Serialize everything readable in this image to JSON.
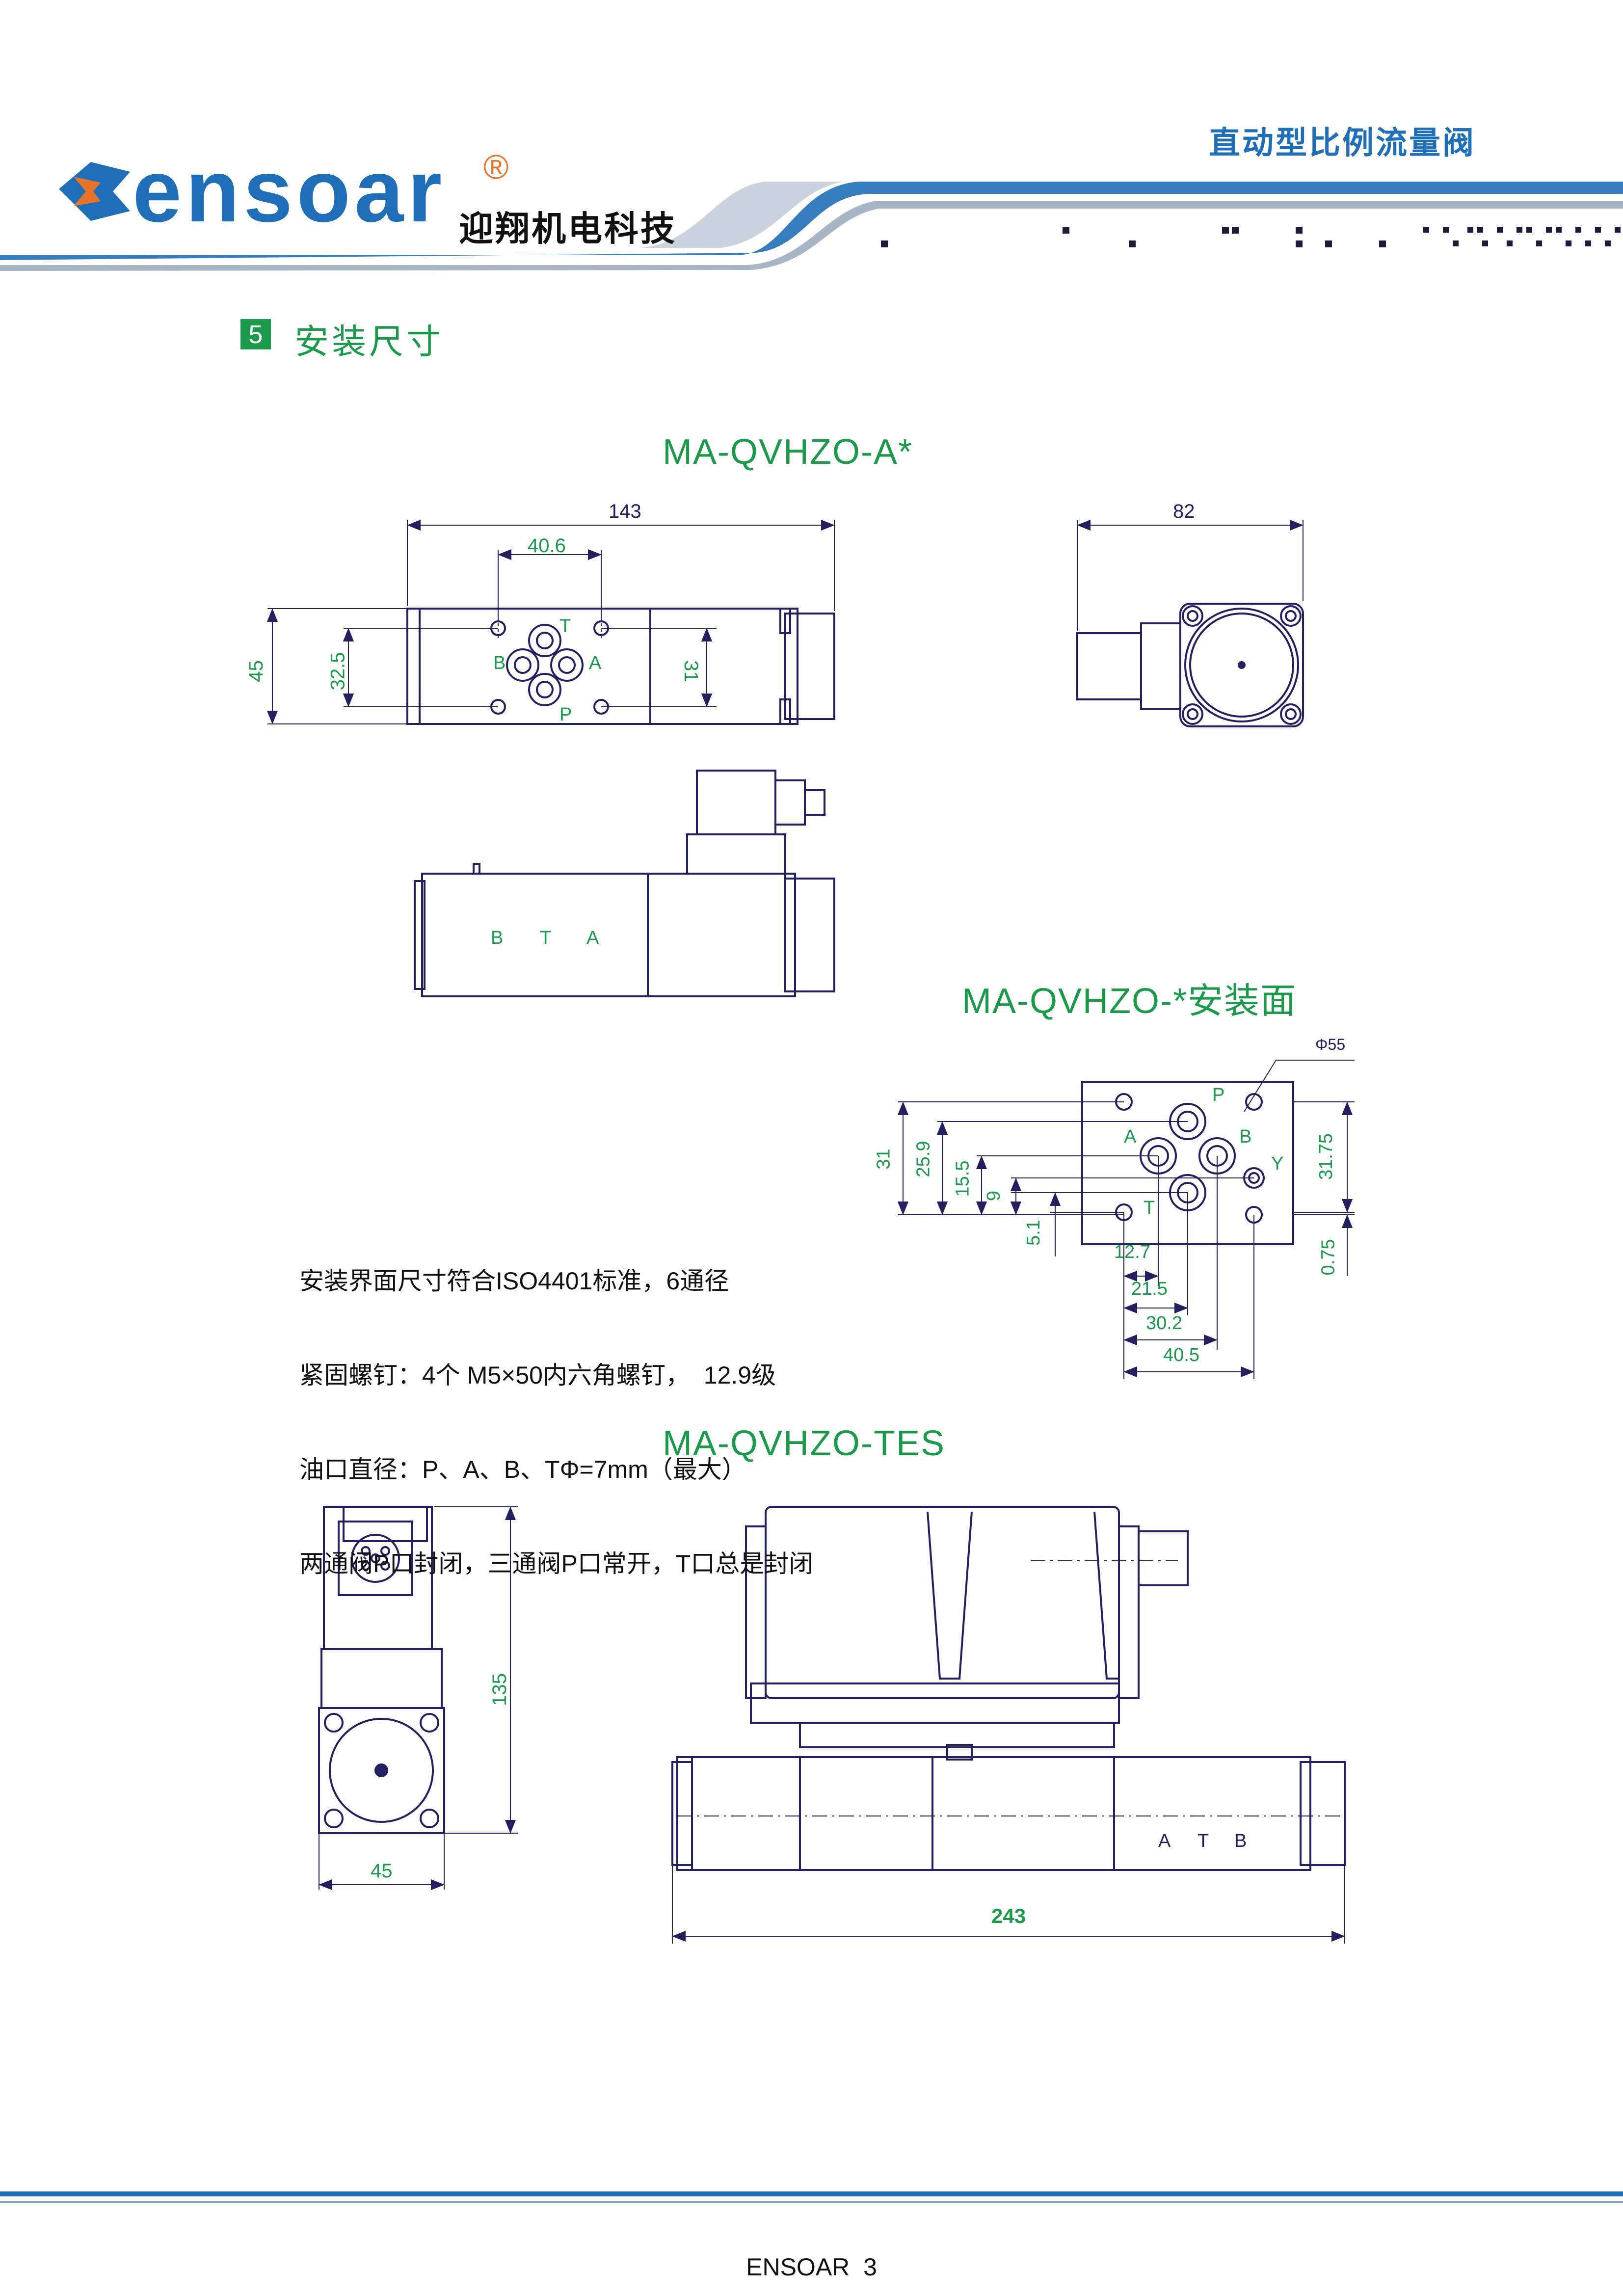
{
  "header": {
    "brand": "ensoar",
    "registered_mark": "®",
    "company_cn": "迎翔机电科技",
    "product_title": "直动型比例流量阀"
  },
  "section": {
    "number": "5",
    "title": "安装尺寸"
  },
  "drawings": {
    "model_a": "MA-QVHZO-A*",
    "model_face": "MA-QVHZO-*安装面",
    "model_tes": "MA-QVHZO-TES",
    "dims_a": {
      "d143": "143",
      "d40_6": "40.6",
      "d45": "45",
      "d32_5": "32.5",
      "d31": "31",
      "d82": "82",
      "port_t": "T",
      "port_b": "B",
      "port_a": "A",
      "port_p": "P",
      "side_b": "B",
      "side_t": "T",
      "side_a": "A"
    },
    "dims_face": {
      "phi55": "Φ55",
      "port_p": "P",
      "port_a": "A",
      "port_b": "B",
      "port_y": "Y",
      "port_t": "T",
      "d31": "31",
      "d25_9": "25.9",
      "d15_5": "15.5",
      "d9": "9",
      "d5_1": "5.1",
      "d31_75": "31.75",
      "d0_75": "0.75",
      "d12_7": "12.7",
      "d21_5": "21.5",
      "d30_2": "30.2",
      "d40_5": "40.5"
    },
    "dims_tes": {
      "d135": "135",
      "d45": "45",
      "d243": "243",
      "port_a": "A",
      "port_t": "T",
      "port_b": "B"
    }
  },
  "notes": [
    "安装界面尺寸符合ISO4401标准，6通径",
    "紧固螺钉：4个 M5×50内六角螺钉，  12.9级",
    "油口直径：P、A、B、TΦ=7mm（最大）",
    "两通阀P口封闭，三通阀P口常开，T口总是封闭"
  ],
  "footer": {
    "text": "ENSOAR  3"
  },
  "colors": {
    "accent_green": "#1a9a4a",
    "line_navy": "#232060",
    "brand_blue": "#1f6fb8",
    "brand_orange": "#e8742a"
  }
}
